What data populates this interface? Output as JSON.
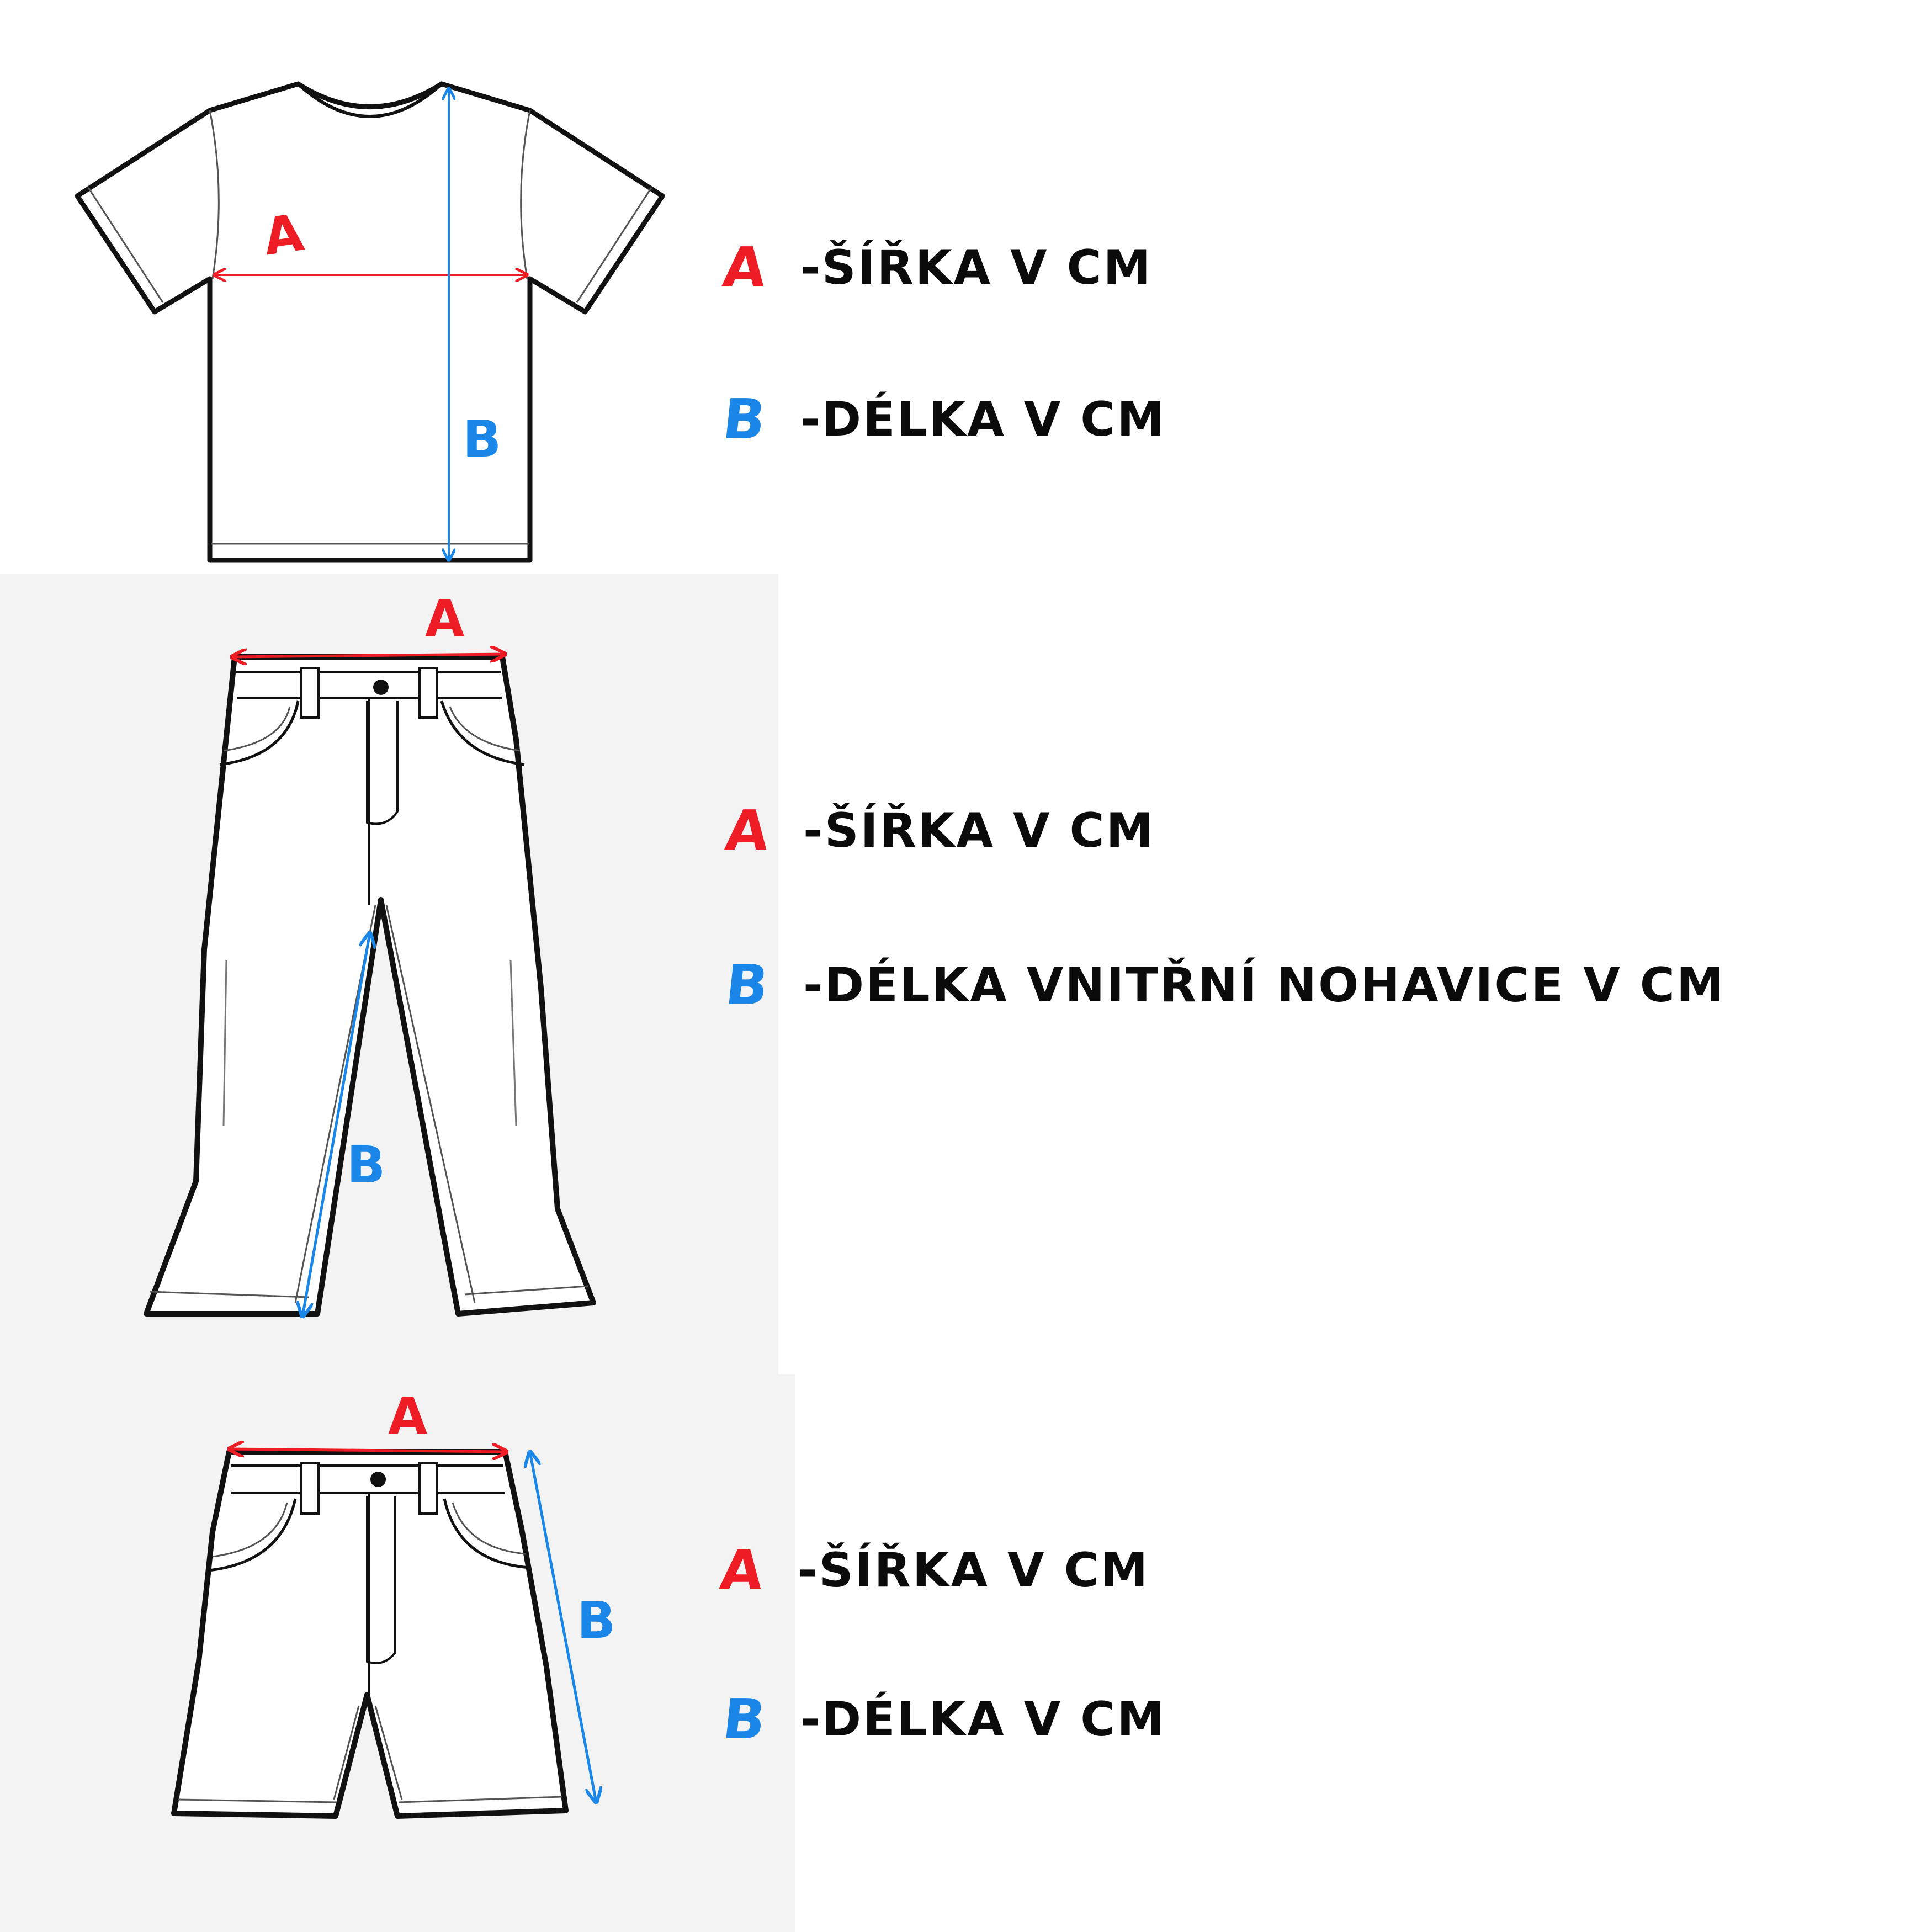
{
  "colors": {
    "a": "#ee1c24",
    "b": "#1a87e8",
    "text": "#0b0b0b",
    "panel": "#f3f3f3"
  },
  "tshirt": {
    "label_a": "A",
    "label_b": "B",
    "legend": [
      {
        "letter": "A",
        "text": "-ŠÍŘKA V CM"
      },
      {
        "letter": "B",
        "text": "-DÉLKA V CM"
      }
    ]
  },
  "pants": {
    "label_a": "A",
    "label_b": "B",
    "legend": [
      {
        "letter": "A",
        "text": "-ŠÍŘKA V CM"
      },
      {
        "letter": "B",
        "text": "-DÉLKA VNITŘNÍ NOHAVICE V CM"
      }
    ]
  },
  "shorts": {
    "label_a": "A",
    "label_b": "B",
    "legend": [
      {
        "letter": "A",
        "text": "-ŠÍŘKA V CM"
      },
      {
        "letter": "B",
        "text": "-DÉLKA V CM"
      }
    ]
  }
}
